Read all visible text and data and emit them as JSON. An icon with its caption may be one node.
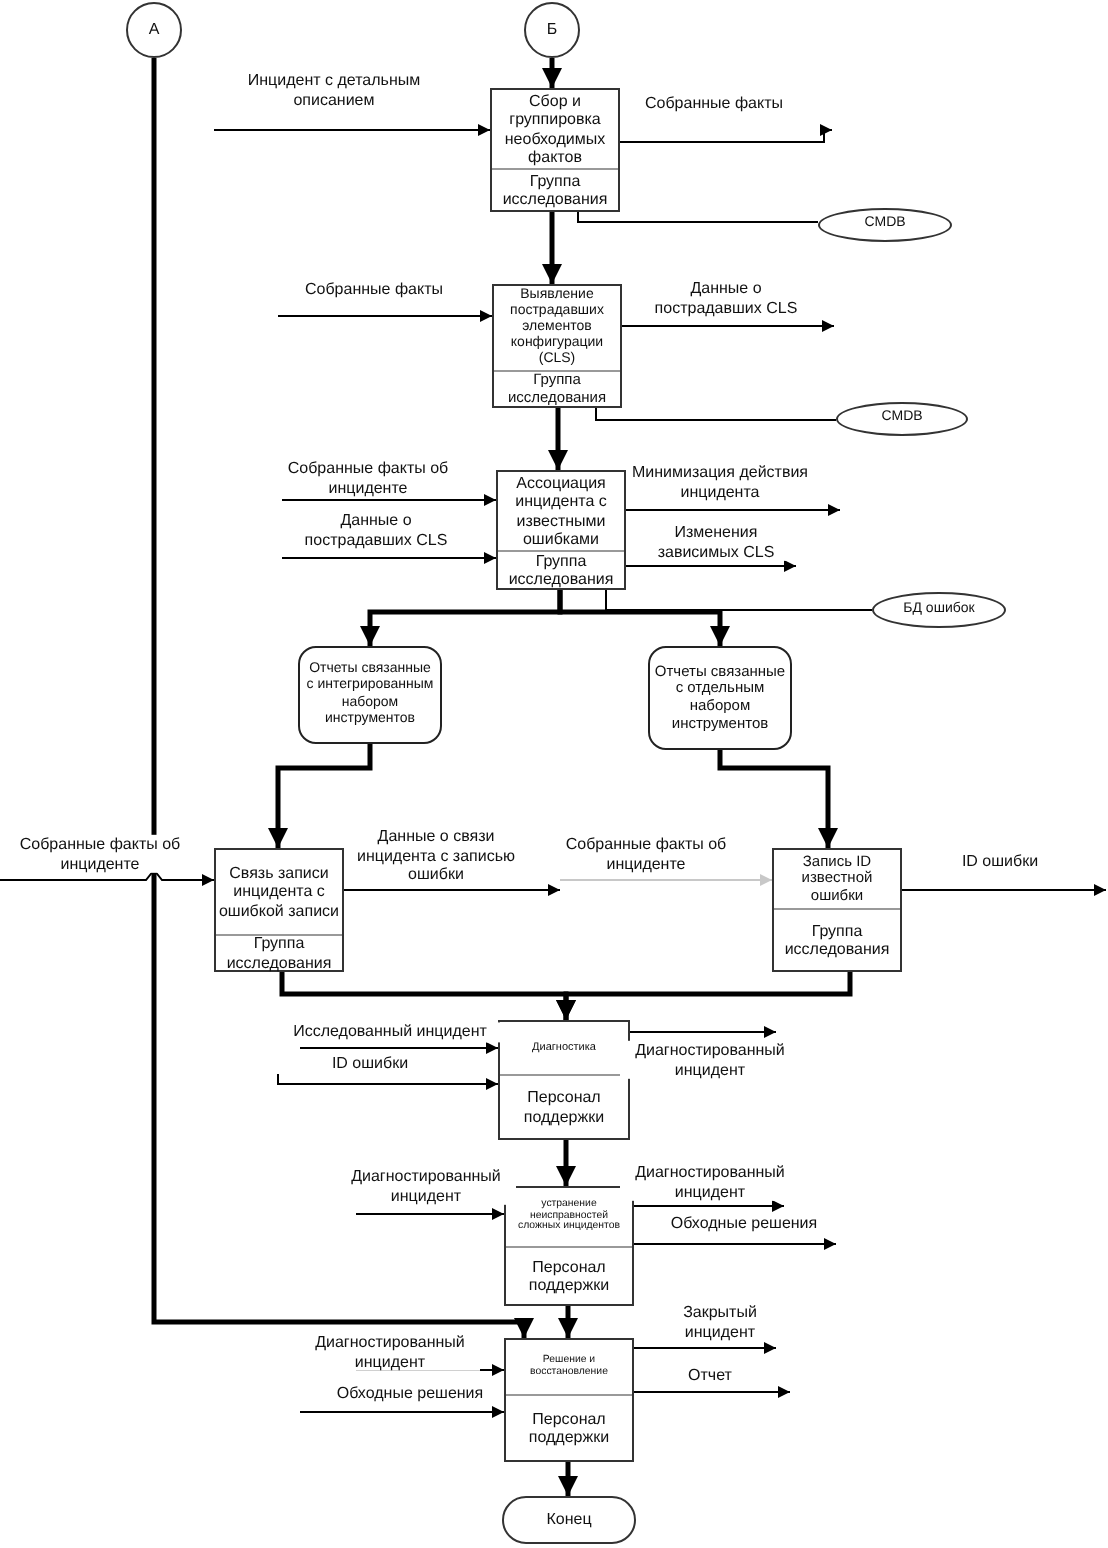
{
  "diagram": {
    "nodes": [
      {
        "text": [
          "А"
        ]
      },
      {
        "text": [
          "Б"
        ]
      },
      {
        "text": [
          "Сбор и группировка необходимых фактов",
          "Группа исследования"
        ]
      },
      {
        "text": [
          "CMDB"
        ]
      },
      {
        "text": [
          "Выявление пострадавших элементов конфигурации (CLS)",
          "Группа исследования"
        ]
      },
      {
        "text": [
          "CMDB"
        ]
      },
      {
        "text": [
          "Ассоциация инцидента с известными ошибками",
          "Группа исследования"
        ]
      },
      {
        "text": [
          "БД ошибок"
        ]
      },
      {
        "text": [
          "Отчеты связанные с интегрированным набором инструментов"
        ]
      },
      {
        "text": [
          "Отчеты связанные с отдельным набором инструментов"
        ]
      },
      {
        "text": [
          "Связь записи инцидента с ошибкой записи",
          "Группа исследования"
        ]
      },
      {
        "text": [
          "Запись ID известной ошибки",
          "Группа исследования"
        ]
      },
      {
        "text": [
          "Диагностика",
          "Персонал поддержки"
        ]
      },
      {
        "text": [
          "устранение неисправностей сложных инцидентов",
          "Персонал поддержки"
        ]
      },
      {
        "text": [
          "Решение и восстановление",
          "Персонал поддержки"
        ]
      },
      {
        "text": [
          "Конец"
        ]
      }
    ],
    "edges": [
      {
        "from": 1,
        "to": 2,
        "arrow": "to",
        "style": "thick"
      },
      {
        "from": 2,
        "to": 4,
        "arrow": "to",
        "style": "thick"
      },
      {
        "from": 4,
        "to": 6,
        "arrow": "to",
        "style": "thick"
      },
      {
        "from": 6,
        "to": 8,
        "arrow": "to",
        "style": "thick"
      },
      {
        "from": 6,
        "to": 9,
        "arrow": "to",
        "style": "thick"
      },
      {
        "from": 8,
        "to": 10,
        "arrow": "to",
        "style": "thick"
      },
      {
        "from": 9,
        "to": 11,
        "arrow": "to",
        "style": "thick"
      },
      {
        "from": 10,
        "to": 12,
        "arrow": "to",
        "style": "thick"
      },
      {
        "from": 11,
        "to": 12,
        "arrow": "to",
        "style": "thick"
      },
      {
        "from": 12,
        "to": 13,
        "arrow": "to",
        "style": "thick"
      },
      {
        "from": 13,
        "to": 14,
        "arrow": "to",
        "style": "thick"
      },
      {
        "from": 0,
        "to": 14,
        "arrow": "to",
        "style": "thick"
      },
      {
        "from": 14,
        "to": 15,
        "arrow": "to",
        "style": "thick"
      },
      {
        "from": 2,
        "to": 3,
        "arrow": "none"
      },
      {
        "from": 4,
        "to": 5,
        "arrow": "none"
      },
      {
        "from": 6,
        "to": 7,
        "arrow": "none"
      },
      {
        "from": null,
        "to": 2,
        "arrow": "to",
        "label": "Инцидент с детальным описанием"
      },
      {
        "from": 2,
        "to": null,
        "arrow": "to",
        "label": "Собранные факты"
      },
      {
        "from": null,
        "to": 4,
        "arrow": "to",
        "label": "Собранные факты"
      },
      {
        "from": 4,
        "to": null,
        "arrow": "to",
        "label": "Данные о пострадавших CLS"
      },
      {
        "from": null,
        "to": 6,
        "arrow": "to",
        "label": "Собранные факты об инциденте"
      },
      {
        "from": null,
        "to": 6,
        "arrow": "to",
        "label": "Данные о пострадавших CLS"
      },
      {
        "from": 6,
        "to": null,
        "arrow": "to",
        "label": "Минимизация действия инцидента"
      },
      {
        "from": 6,
        "to": null,
        "arrow": "to",
        "label": "Изменения зависимых CLS"
      },
      {
        "from": null,
        "to": 10,
        "arrow": "to",
        "label": "Собранные факты об инциденте"
      },
      {
        "from": 10,
        "to": null,
        "arrow": "to",
        "label": "Данные о связи инцидента с записью ошибки"
      },
      {
        "from": null,
        "to": 11,
        "arrow": "to",
        "label": "Собранные факты об инциденте",
        "color": "#c8c8c8"
      },
      {
        "from": 11,
        "to": null,
        "arrow": "to",
        "label": "ID ошибки"
      },
      {
        "from": null,
        "to": 12,
        "arrow": "to",
        "label": "Исследованный инцидент"
      },
      {
        "from": null,
        "to": 12,
        "arrow": "to",
        "label": "ID ошибки"
      },
      {
        "from": 12,
        "to": null,
        "arrow": "to",
        "label": "Диагностированный инцидент"
      },
      {
        "from": null,
        "to": 13,
        "arrow": "to",
        "label": "Диагностированный инцидент"
      },
      {
        "from": 13,
        "to": null,
        "arrow": "to",
        "label": "Диагностированный инцидент"
      },
      {
        "from": 13,
        "to": null,
        "arrow": "to",
        "label": "Обходные решения"
      },
      {
        "from": 14,
        "to": null,
        "arrow": "to",
        "label": "Закрытый инцидент"
      },
      {
        "from": 14,
        "to": null,
        "arrow": "to",
        "label": "Отчет"
      },
      {
        "from": null,
        "to": 14,
        "arrow": "to",
        "label": "Диагностированный инцидент"
      },
      {
        "from": null,
        "to": 14,
        "arrow": "to",
        "label": "Обходные решения"
      }
    ]
  }
}
